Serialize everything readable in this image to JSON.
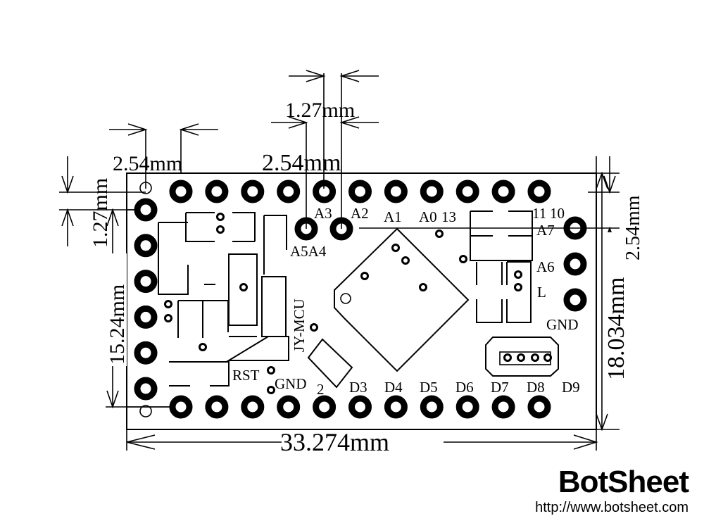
{
  "diagram": {
    "title": "Pro Mini board dimension drawing",
    "dimensions": {
      "top_pitch_left": "2.54mm",
      "top_pitch_mid": "2.54mm",
      "top_offset": "1.27mm",
      "left_offset": "1.27mm",
      "left_span": "15.24mm",
      "right_pitch": "2.54mm",
      "board_height": "18.034mm",
      "board_width": "33.274mm"
    },
    "top_row_pins": [
      "",
      "",
      "",
      "",
      "",
      "",
      "",
      "",
      "",
      "",
      "",
      ""
    ],
    "inner_pin_labels": {
      "a3": "A3",
      "a2": "A2",
      "a1": "A1",
      "a0": "A0",
      "d13": "13",
      "d11": "11",
      "d10": "10",
      "a5a4": "A5A4"
    },
    "right_pin_labels": [
      "A7",
      "A6",
      "GND"
    ],
    "led_label": "L",
    "bottom_pin_labels": [
      "RST",
      "GND",
      "2",
      "D3",
      "D4",
      "D5",
      "D6",
      "D7",
      "D8",
      "D9"
    ],
    "silkscreen_text": "JY-MCU",
    "header_pins_count": 4
  },
  "brand": {
    "name": "BotSheet",
    "url": "http://www.botsheet.com"
  }
}
